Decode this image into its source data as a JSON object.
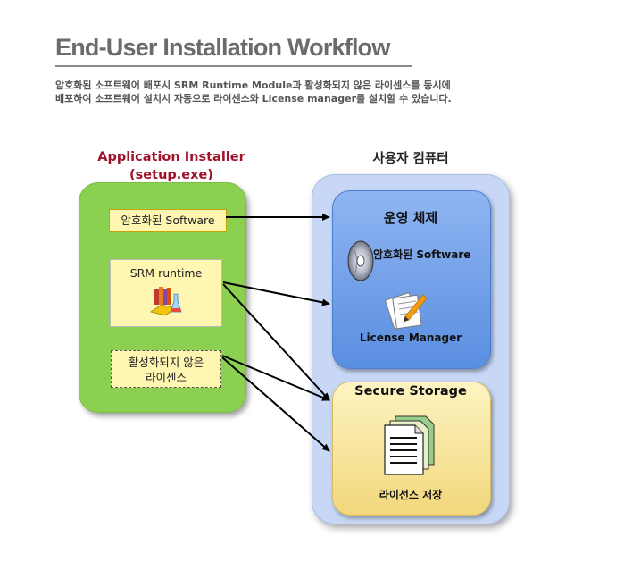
{
  "title": "End-User Installation Workflow",
  "description": {
    "line1": "암호화된 소프트웨어 배포시 SRM Runtime Module과 활성화되지 않은 라이센스를 동시에",
    "line2": "배포하여 소프트웨어 설치시 자동으로 라이센스와 License manager를 설치할 수 있습니다."
  },
  "installer": {
    "heading_line1": "Application Installer",
    "heading_line2": "(setup.exe)",
    "encrypted_software": "암호화된 Software",
    "srm_runtime": "SRM runtime",
    "inactive_license_line1": "활성화되지 않은",
    "inactive_license_line2": "라이센스"
  },
  "computer": {
    "heading": "사용자 컴퓨터",
    "os_title": "운영 체제",
    "os_software": "암호화된 Software",
    "license_manager": "License Manager",
    "storage_title": "Secure Storage",
    "license_storage": "라이선스 저장"
  },
  "icons": [
    "cd-icon",
    "documents-pencil-icon",
    "books-flask-icon",
    "stacked-documents-icon"
  ],
  "colors": {
    "installer_panel": "#8cd052",
    "computer_panel": "#c7d7f5",
    "os_box": "#6f9ee8",
    "storage_box": "#f6e49a",
    "installer_heading": "#a0122a"
  }
}
